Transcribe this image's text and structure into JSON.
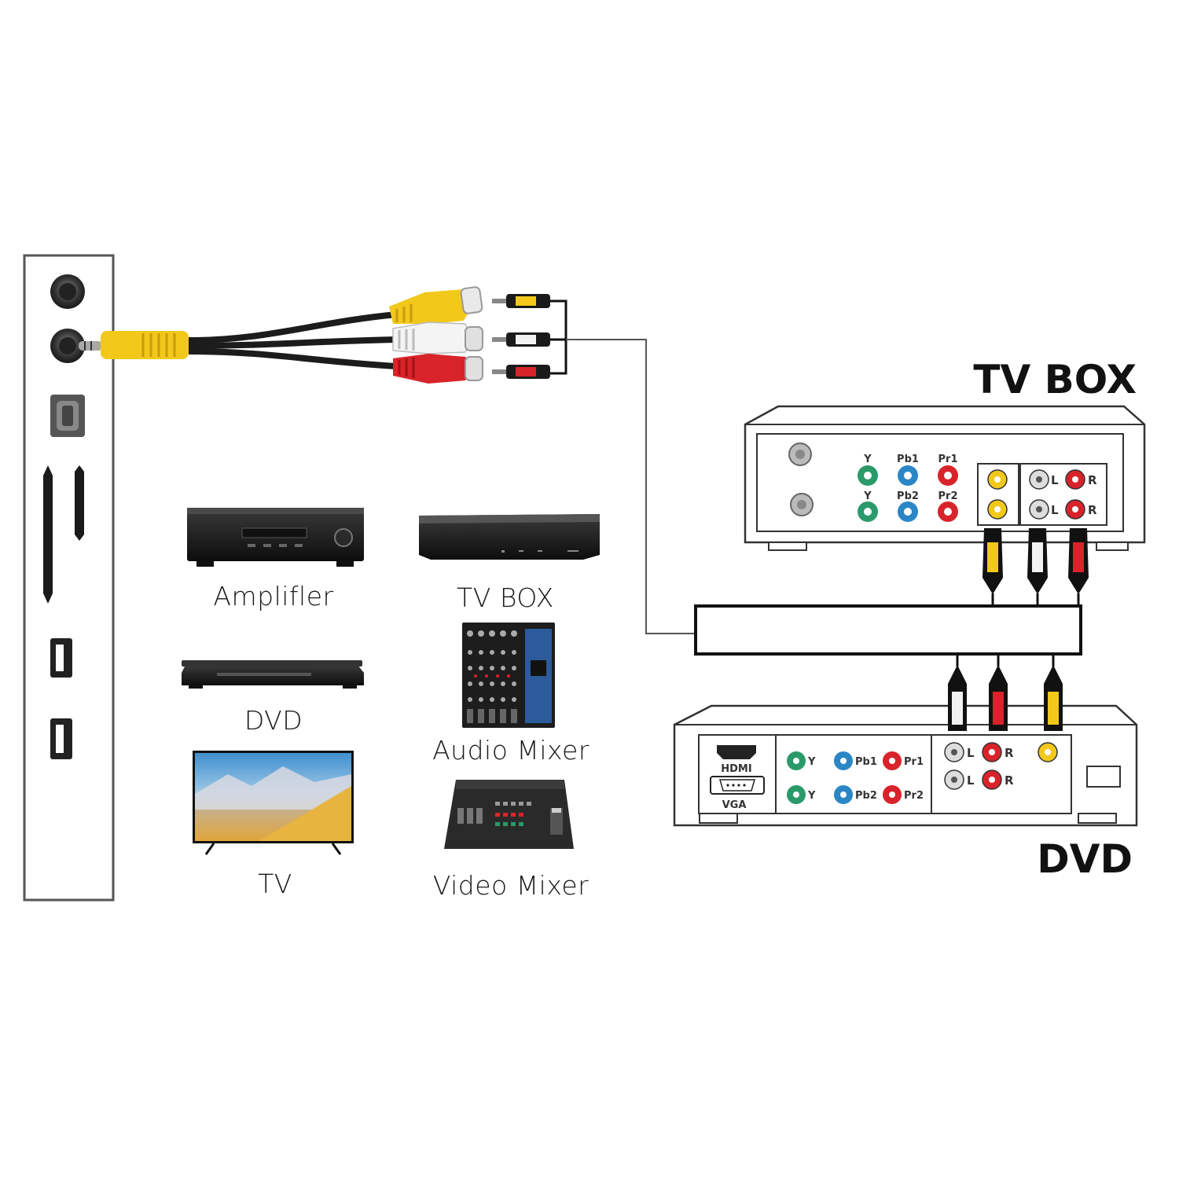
{
  "titles": {
    "tv_box": "TV BOX",
    "dvd": "DVD"
  },
  "devices": {
    "amplifier": "Amplifler",
    "tv_box": "TV BOX",
    "dvd": "DVD",
    "audio_mixer": "Audio Mixer",
    "tv": "TV",
    "video_mixer": "Video Mixer"
  },
  "tvbox_ports": {
    "y_top": "Y",
    "pb_top": "Pb1",
    "pr_top": "Pr1",
    "y_bottom": "Y",
    "pb_bottom": "Pb2",
    "pr_bottom": "Pr2",
    "l_top": "L",
    "r_top": "R",
    "l_bottom": "L",
    "r_bottom": "R"
  },
  "dvd_ports": {
    "hdmi": "HDMI",
    "vga": "VGA",
    "y_top": "Y",
    "pb_top": "Pb1",
    "pr_top": "Pr1",
    "y_bottom": "Y",
    "pb_bottom": "Pb2",
    "pr_bottom": "Pr2",
    "l_top": "L",
    "r_top": "R",
    "l_bottom": "L",
    "r_bottom": "R"
  },
  "colors": {
    "yellow": "#f2c81a",
    "white": "#f2f2f2",
    "red": "#d9232a",
    "green": "#2a9a6a",
    "blue": "#2b86c6",
    "line": "#111111"
  }
}
